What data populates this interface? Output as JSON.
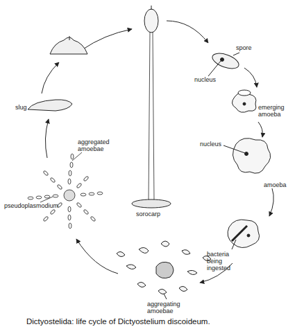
{
  "diagram": {
    "caption": "Dictyostelida: life cycle of Dictyostelium discoideum.",
    "labels": [
      "spore",
      "nucleus",
      "emerging amoeba",
      "nucleus",
      "amoeba",
      "bacteria being ingested",
      "aggregating amoebae",
      "aggregated amoebae",
      "pseudoplasmodium",
      "slug",
      "sorocarp"
    ]
  }
}
